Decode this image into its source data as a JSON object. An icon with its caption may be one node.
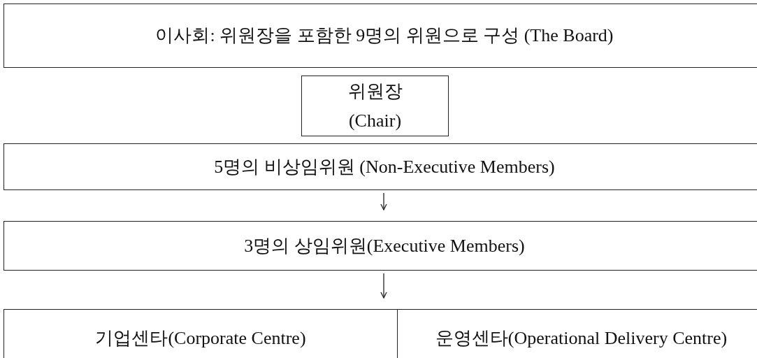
{
  "diagram": {
    "nodes": [
      {
        "text": [
          "이사회: 위원장을 포함한 9명의 위원으로 구성 (The Board)"
        ]
      },
      {
        "text": [
          "위원장 (Chair)"
        ]
      },
      {
        "text": [
          "5명의 비상임위원 (Non-Executive Members)"
        ]
      },
      {
        "text": [
          "3명의 상임위원(Executive Members)"
        ]
      },
      {
        "text": [
          "기업센타(Corporate Centre)"
        ]
      },
      {
        "text": [
          "운영센타(Operational Delivery Centre)"
        ]
      }
    ],
    "edges": [
      {
        "from": 2,
        "to": 3,
        "arrow": "to"
      },
      {
        "from": 3,
        "to": 4,
        "arrow": "to"
      }
    ]
  }
}
